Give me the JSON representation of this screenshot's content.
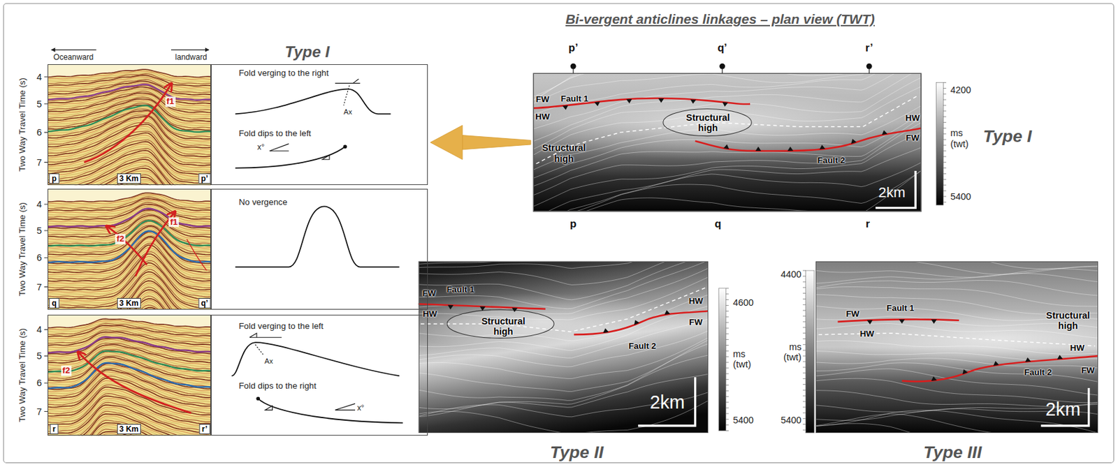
{
  "diagram": {
    "title": "Bi-vergent anticlines linkages – plan view (TWT)",
    "nodes": [
      {
        "text": [
          "f1",
          "p",
          "3 Km",
          "p’"
        ]
      },
      {
        "text": [
          "Type I",
          "Fold verging to the right",
          "Ax",
          "Fold dips to the left",
          "x°"
        ]
      },
      {
        "text": [
          "f2",
          "f1",
          "q",
          "3 Km",
          "q’"
        ]
      },
      {
        "text": [
          "No vergence"
        ]
      },
      {
        "text": [
          "f2",
          "r",
          "3 Km",
          "r’"
        ]
      },
      {
        "text": [
          "Fold verging to the left",
          "Ax",
          "Fold dips to the right",
          "x°"
        ]
      },
      {
        "text": [
          "FW",
          "Fault 1",
          "HW",
          "Structural high",
          "Structural high",
          "HW",
          "FW",
          "Fault 2",
          "2km",
          "Type I"
        ]
      },
      {
        "text": [
          "FW",
          "Fault 1",
          "HW",
          "Structural high",
          "HW",
          "FW",
          "Fault 2",
          "2km",
          "Type II"
        ]
      },
      {
        "text": [
          "FW",
          "Fault 1",
          "HW",
          "Structural high",
          "HW",
          "Fault 2",
          "FW",
          "2km",
          "Type III"
        ]
      }
    ],
    "edges": [
      {
        "from": 6,
        "to": 1,
        "arrow": "to"
      }
    ],
    "labels": [
      "Oceanward",
      "landward",
      "Two Way Travel Time (s)",
      "4",
      "5",
      "6",
      "7",
      "Two Way Travel Time (s)",
      "4",
      "5",
      "6",
      "7",
      "Two Way Travel Time (s)",
      "4",
      "5",
      "6",
      "7",
      "p’",
      "q’",
      "r’",
      "p",
      "q",
      "r",
      "4200",
      "ms (twt)",
      "5400",
      "4600",
      "ms (twt)",
      "5400",
      "4400",
      "ms (twt)",
      "5400"
    ]
  }
}
